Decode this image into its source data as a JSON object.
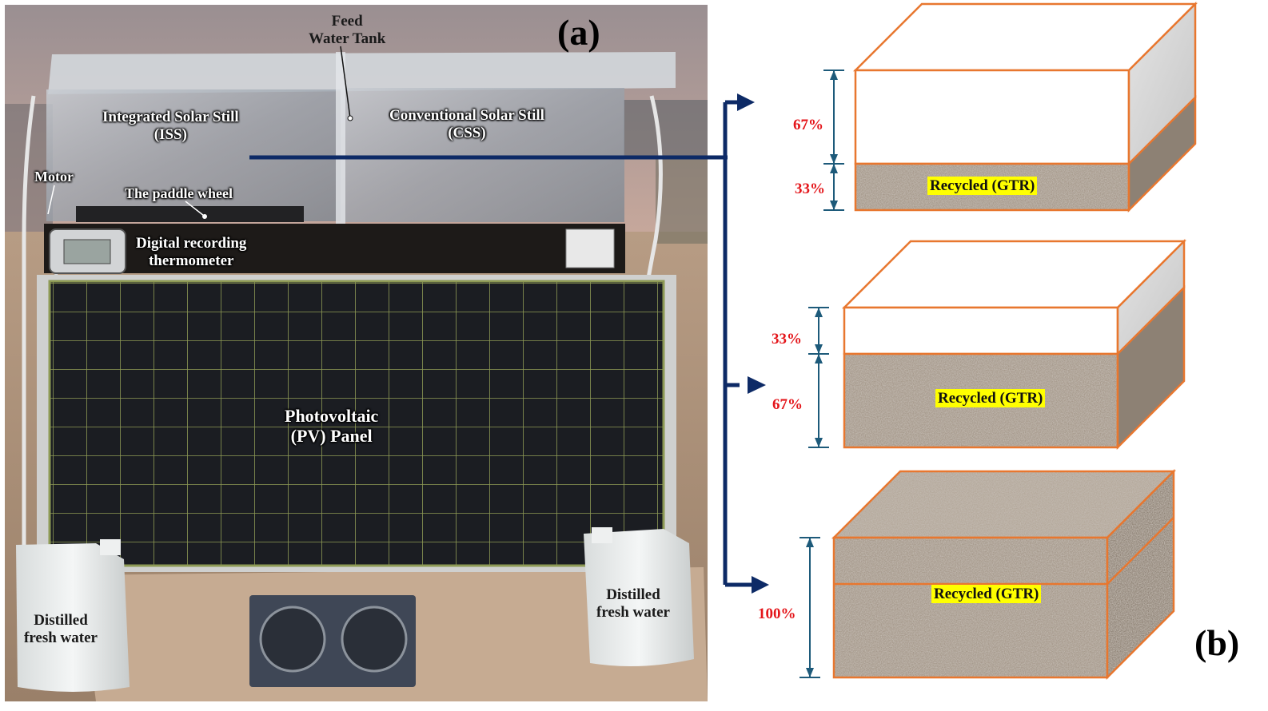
{
  "panel_a": {
    "letter": "(a)",
    "labels": {
      "feed_tank": [
        "Feed",
        "Water Tank"
      ],
      "iss": [
        "Integrated Solar Still",
        "(ISS)"
      ],
      "css": [
        "Conventional Solar Still",
        "(CSS)"
      ],
      "motor": "Motor",
      "paddle_wheel": "The paddle wheel",
      "thermometer": [
        "Digital recording",
        "thermometer"
      ],
      "pv_panel": [
        "Photovoltaic",
        "(PV) Panel"
      ],
      "distilled_left": [
        "Distilled",
        "fresh water"
      ],
      "distilled_right": [
        "Distilled",
        "fresh water"
      ]
    }
  },
  "panel_b": {
    "letter": "(b)",
    "configs": [
      {
        "top_pct": "67%",
        "bottom_pct": "33%",
        "gtr_label": "Recycled (GTR)",
        "gtr_fraction": 0.33
      },
      {
        "top_pct": "33%",
        "bottom_pct": "67%",
        "gtr_label": "Recycled (GTR)",
        "gtr_fraction": 0.67
      },
      {
        "total_pct": "100%",
        "gtr_label": "Recycled (GTR)",
        "gtr_fraction": 1.0
      }
    ]
  },
  "colors": {
    "connector": "#0d2a66",
    "box_edge": "#e8772f",
    "dimension": "#1d5a7a",
    "percent": "#e4161b",
    "highlight": "#ffff00"
  }
}
